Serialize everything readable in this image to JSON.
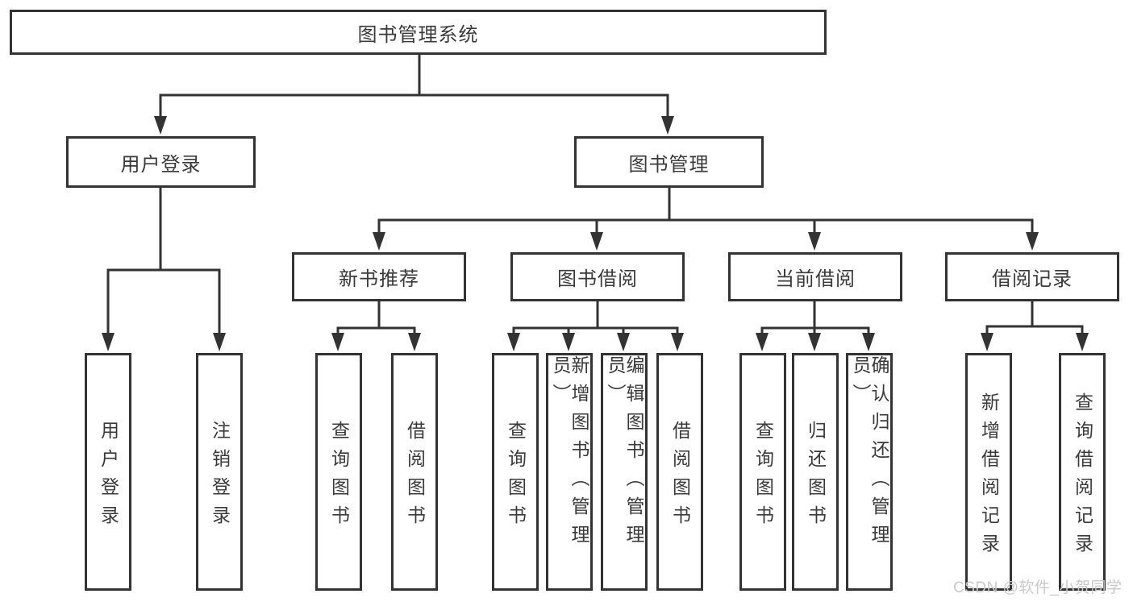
{
  "tree": {
    "root": "图书管理系统",
    "level2": [
      "用户登录",
      "图书管理"
    ],
    "level3": [
      "新书推荐",
      "图书借阅",
      "当前借阅",
      "借阅记录"
    ],
    "leaves_login": [
      "用户登录",
      "注销登录"
    ],
    "leaves_recommend": [
      "查询图书",
      "借阅图书"
    ],
    "leaves_borrow": [
      "查询图书",
      "新增图书（管理员）",
      "编辑图书（管理员）",
      "借阅图书"
    ],
    "leaves_current": [
      "查询图书",
      "归还图书",
      "确认归还（管理员）"
    ],
    "leaves_records": [
      "新增借阅记录",
      "查询借阅记录"
    ]
  },
  "watermark": "CSDN @软件_小贺同学",
  "colors": {
    "line": "#333333",
    "text": "#3a3a3a",
    "background": "#ffffff",
    "watermark": "#c9c9c9"
  }
}
